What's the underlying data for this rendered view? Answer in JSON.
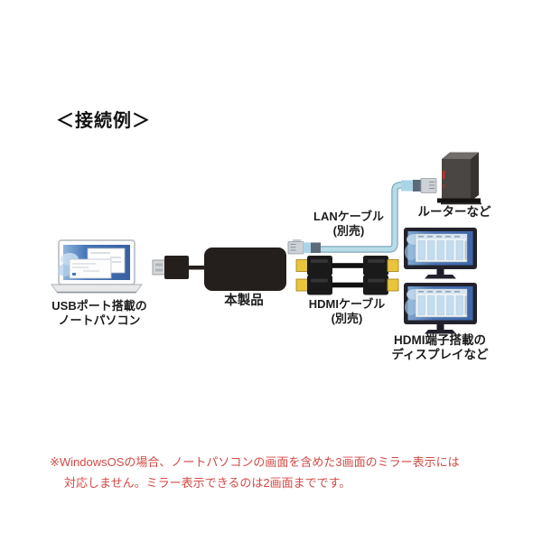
{
  "title": "＜接続例＞",
  "nodes": {
    "laptop": {
      "label_line1": "USBポート搭載の",
      "label_line2": "ノートパソコン"
    },
    "product": {
      "label": "本製品"
    },
    "router": {
      "label": "ルーターなど"
    },
    "displays": {
      "label_line1": "HDMI端子搭載の",
      "label_line2": "ディスプレイなど"
    }
  },
  "cables": {
    "lan": {
      "label_line1": "LANケーブル",
      "label_line2": "(別売)"
    },
    "hdmi": {
      "label_line1": "HDMIケーブル",
      "label_line2": "(別売)"
    }
  },
  "footnote": {
    "line1": "※WindowsOSの場合、ノートパソコンの画面を含めた3画面のミラー表示には",
    "line2": "対応しません。ミラー表示できるのは2画面までです。"
  },
  "colors": {
    "note_red": "#d24a46",
    "lan_cable_blue": "#b9dcea",
    "hdmi_gold": "#e9c43d",
    "device_black": "#241f1d",
    "screen_blue": "#3c67ab"
  }
}
